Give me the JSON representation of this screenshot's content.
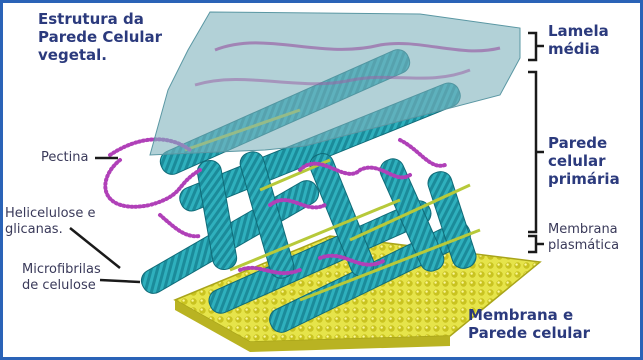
{
  "title": "Estrutura da\nParede Celular\nvegetal.",
  "labels": {
    "lamela_media": "Lamela\nmédia",
    "parede_primaria": "Parede\ncelular\nprimária",
    "membrana_plasmatica": "Membrana\nplasmática",
    "membrana_parede": "Membrana e\nParede celular",
    "pectina": "Pectina",
    "hemicelulose": "Helicelulose e\nglicanas.",
    "microfibrilas": "Microfibrilas\nde celulose"
  },
  "colors": {
    "frame_border": "#2a63b7",
    "label_text": "#2b3a7d",
    "lamella_fill": "#7fb3bd",
    "fibril": "#1b8b9a",
    "pectin": "#b040b8",
    "membrane": "#d7d531",
    "hemicellulose": "#b7c93a"
  }
}
